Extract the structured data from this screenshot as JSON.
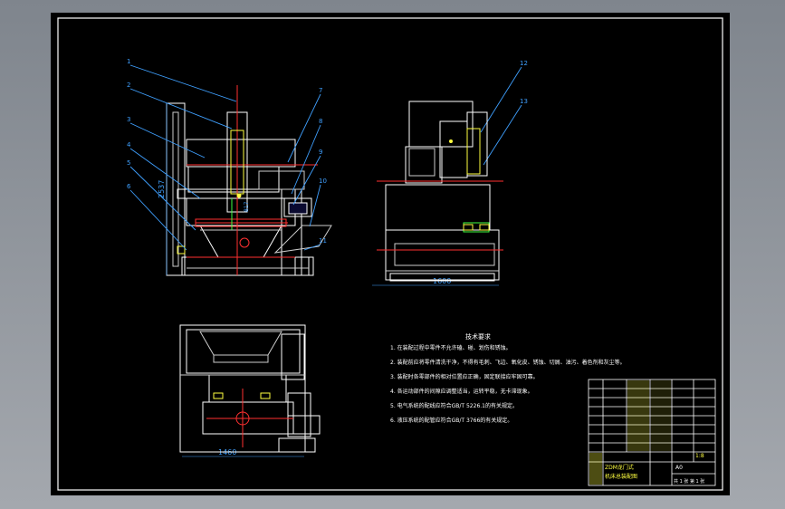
{
  "callouts": [
    "1",
    "2",
    "3",
    "4",
    "5",
    "6",
    "7",
    "8",
    "9",
    "10",
    "11",
    "12",
    "13"
  ],
  "dimensions": {
    "height_front": "2537",
    "spindle_dim": "817",
    "side_width": "1600",
    "top_width": "1460"
  },
  "notes": {
    "heading": "技术要求",
    "lines": [
      "1. 在装配过程中零件不允许磕、碰、划伤和锈蚀。",
      "2. 装配前应将零件清洗干净，不得有毛刺、飞边、氧化皮、锈蚀、切屑、油污、着色剂和灰尘等。",
      "3. 装配时各零部件的相对位置应正确，固定联接应牢固可靠。",
      "4. 各运动部件的间隙应调整适当，运转平稳，无卡滞现象。",
      "5. 电气系统的配线应符合GB/T 5226.1的有关规定。",
      "6. 液压系统的配管应符合GB/T 3766的有关规定。"
    ]
  },
  "title_block": {
    "drawing_title": "ZDM龙门式",
    "drawing_subtitle": "机床总装配图",
    "scale": "1:8",
    "sheet_info": "共 1 张 第 1 张",
    "code": "A0"
  }
}
